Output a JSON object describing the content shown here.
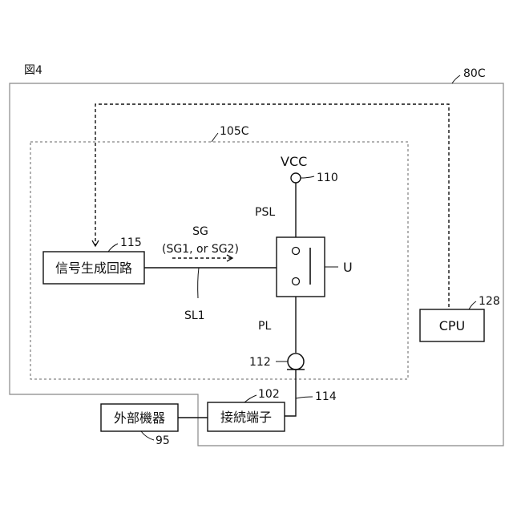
{
  "figure_label": "図4",
  "labels": {
    "ref_80c": "80C",
    "ref_105c": "105C",
    "vcc": "VCC",
    "ref_110": "110",
    "psl": "PSL",
    "sg": "SG",
    "sg_variants": "(SG1, or SG2)",
    "ref_115": "115",
    "signal_generator": "信号生成回路",
    "switch_u": "U",
    "sl1": "SL1",
    "pl": "PL",
    "ref_112": "112",
    "ref_128": "128",
    "cpu": "CPU",
    "ref_102": "102",
    "ref_114": "114",
    "connection_terminal": "接続端子",
    "external_device": "外部機器",
    "ref_95": "95"
  }
}
